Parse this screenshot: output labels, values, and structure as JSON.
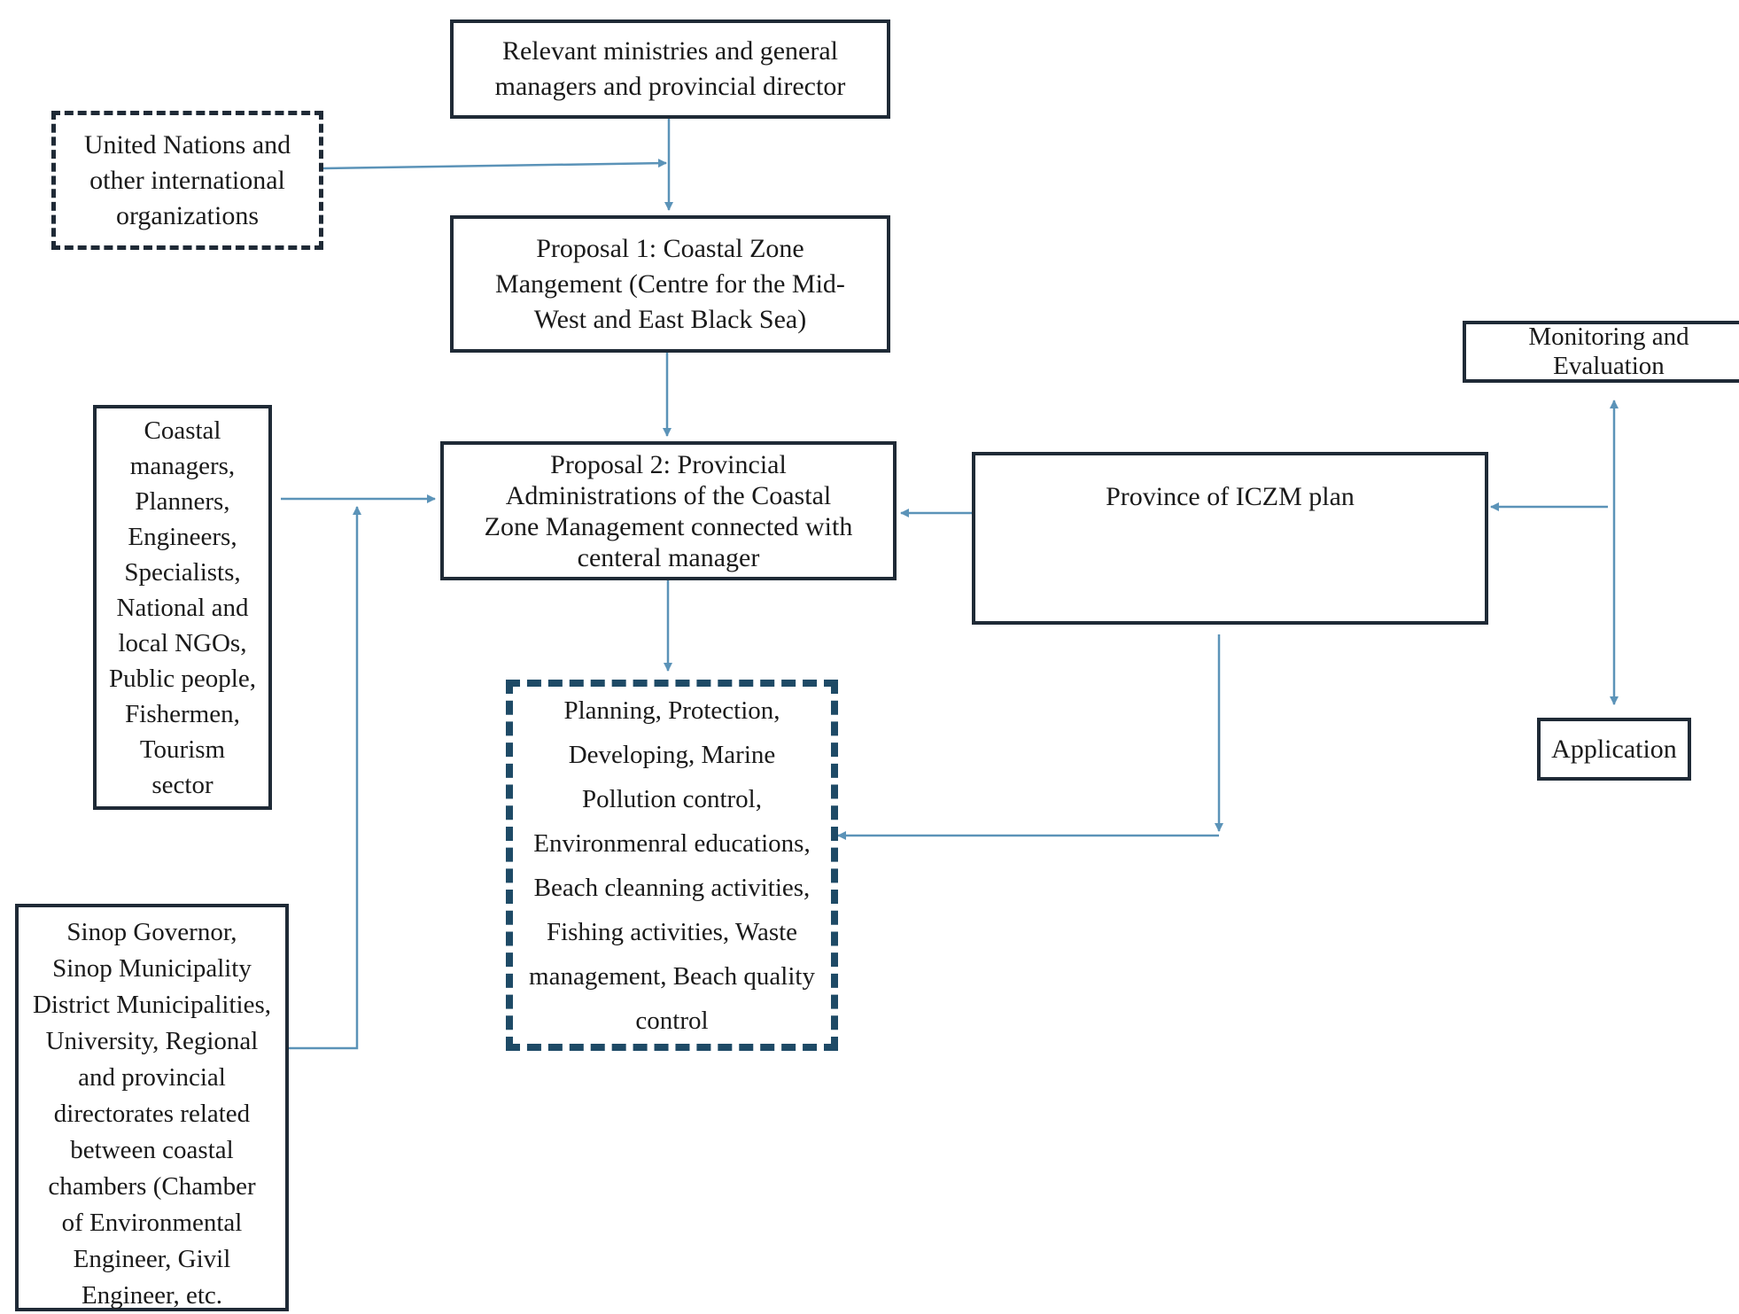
{
  "diagram": {
    "ministries": "Relevant ministries and general\nmanagers and provincial director",
    "un": "United Nations and\nother international\norganizations",
    "proposal1": "Proposal 1: Coastal Zone\nMangement (Centre for the Mid-\nWest and East Black Sea)",
    "monitoring": "Monitoring and\nEvaluation",
    "stakeholders": "Coastal\nmanagers,\nPlanners,\nEngineers,\nSpecialists,\nNational and\nlocal NGOs,\nPublic people,\nFishermen,\nTourism\nsector",
    "proposal2": "Proposal 2: Provincial\nAdministrations of the Coastal\nZone Management connected with\ncenteral manager",
    "province": "Province of ICZM plan",
    "activities": "Planning, Protection,\nDeveloping, Marine\nPollution control,\nEnvironmenral educations,\nBeach cleanning activities,\nFishing activities, Waste\nmanagement, Beach quality\ncontrol",
    "application": "Application",
    "sinop": "Sinop Governor,\nSinop Municipality\nDistrict Municipalities,\nUniversity, Regional\nand provincial\ndirectorates related\nbetween coastal\nchambers (Chamber\nof Environmental\nEngineer, Givil\nEngineer, etc."
  },
  "colors": {
    "connector": "#5b93b8",
    "box_border": "#1f2a36",
    "dashed_blue_border": "#1e4a66"
  }
}
